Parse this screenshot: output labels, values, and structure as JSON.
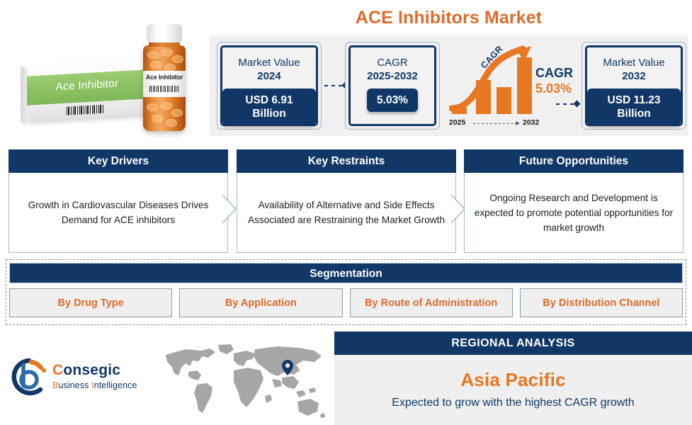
{
  "title": "ACE Inhibitors Market",
  "hero": {
    "box_label": "Ace Inhibitor",
    "bottle_label": "Ace Inhibitor"
  },
  "stats": {
    "market_value_2024": {
      "label_line1": "Market Value",
      "label_line2": "2024",
      "value": "USD 6.91 Billion"
    },
    "cagr": {
      "label_line1": "CAGR",
      "label_line2": "2025-2032",
      "value": "5.03%"
    },
    "market_value_2032": {
      "label_line1": "Market Value",
      "label_line2": "2032",
      "value": "USD 11.23 Billion"
    },
    "growth_icon": {
      "rotated_label": "CAGR",
      "axis_start": "2025",
      "axis_end": "2032",
      "cagr_label": "CAGR",
      "cagr_value": "5.03%"
    }
  },
  "panels": [
    {
      "heading": "Key Drivers",
      "body": "Growth in Cardiovascular Diseases Drives Demand for ACE inhibitors"
    },
    {
      "heading": "Key Restraints",
      "body": "Availability of Alternative and Side Effects Associated are Restraining the Market Growth"
    },
    {
      "heading": "Future Opportunities",
      "body": "Ongoing Research and Development is expected to promote potential opportunities for market growth"
    }
  ],
  "segmentation": {
    "heading": "Segmentation",
    "items": [
      "By Drug Type",
      "By Application",
      "By Route of Administration",
      "By Distribution Channel"
    ]
  },
  "logo": {
    "name_first": "C",
    "name_rest": "onsegic",
    "tagline_b": "B",
    "tagline_usiness": "usiness ",
    "tagline_i": "I",
    "tagline_ntelligence": "ntelligence"
  },
  "region": {
    "heading": "REGIONAL ANALYSIS",
    "name": "Asia Pacific",
    "subtitle": "Expected to grow with the highest CAGR growth"
  },
  "colors": {
    "navy": "#103765",
    "orange": "#dd6b2d",
    "orange_bright": "#e87722",
    "panel_gray": "#efefef",
    "map_gray": "#a6a6a6",
    "box_green": "#8cc263"
  },
  "chart_data": {
    "type": "bar",
    "title": "CAGR growth 2025-2032",
    "categories": [
      "2025",
      "",
      "",
      "2032"
    ],
    "values": [
      9,
      48,
      38,
      80
    ],
    "xlabel": "",
    "ylabel": "",
    "annotations": [
      "CAGR",
      "5.03%"
    ],
    "grid": false,
    "legend": "none"
  }
}
